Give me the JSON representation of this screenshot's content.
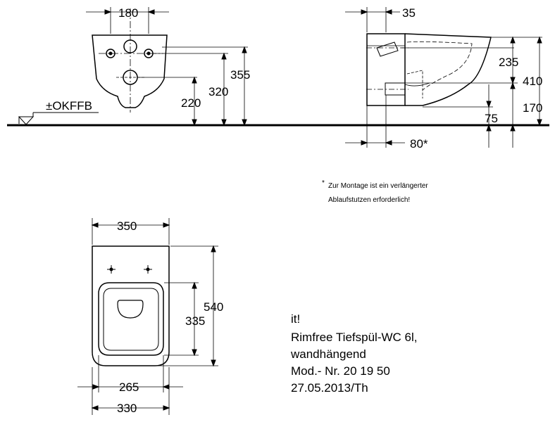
{
  "front_view": {
    "width_label": "180",
    "height_labels": [
      "220",
      "320",
      "355"
    ],
    "floor_label": "±OKFFB"
  },
  "side_view": {
    "top_label": "35",
    "height_labels": [
      "235",
      "410",
      "170",
      "75"
    ],
    "bottom_label": "80*"
  },
  "footnote": {
    "marker": "*",
    "line1": "Zur Montage ist ein verlängerter",
    "line2": "Ablaufstutzen erforderlich!"
  },
  "plan_view": {
    "top_width": "350",
    "outer_length": "540",
    "inner_length": "335",
    "inner_width": "265",
    "bottom_width": "330"
  },
  "product_info": {
    "brand": "it!",
    "name": "Rimfree Tiefspül-WC 6l,",
    "mount": "wandhängend",
    "model": "Mod.- Nr. 20 19 50",
    "date": "27.05.2013/Th"
  },
  "colors": {
    "line": "#000000",
    "background": "#ffffff"
  }
}
